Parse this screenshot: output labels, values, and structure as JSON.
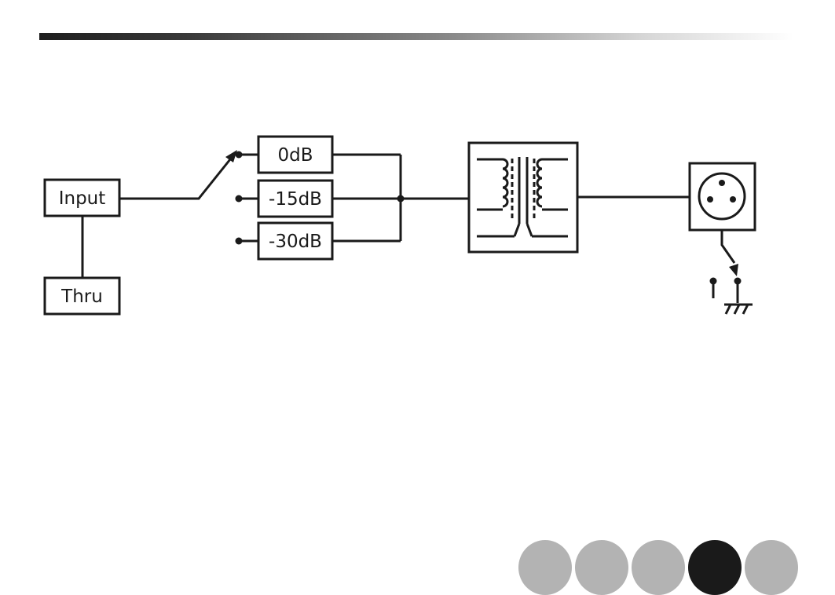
{
  "diagram": {
    "input_label": "Input",
    "thru_label": "Thru",
    "pad_labels": [
      "0dB",
      "-15dB",
      "-30dB"
    ]
  },
  "nav": {
    "tabs": 5,
    "active_index": 3
  }
}
